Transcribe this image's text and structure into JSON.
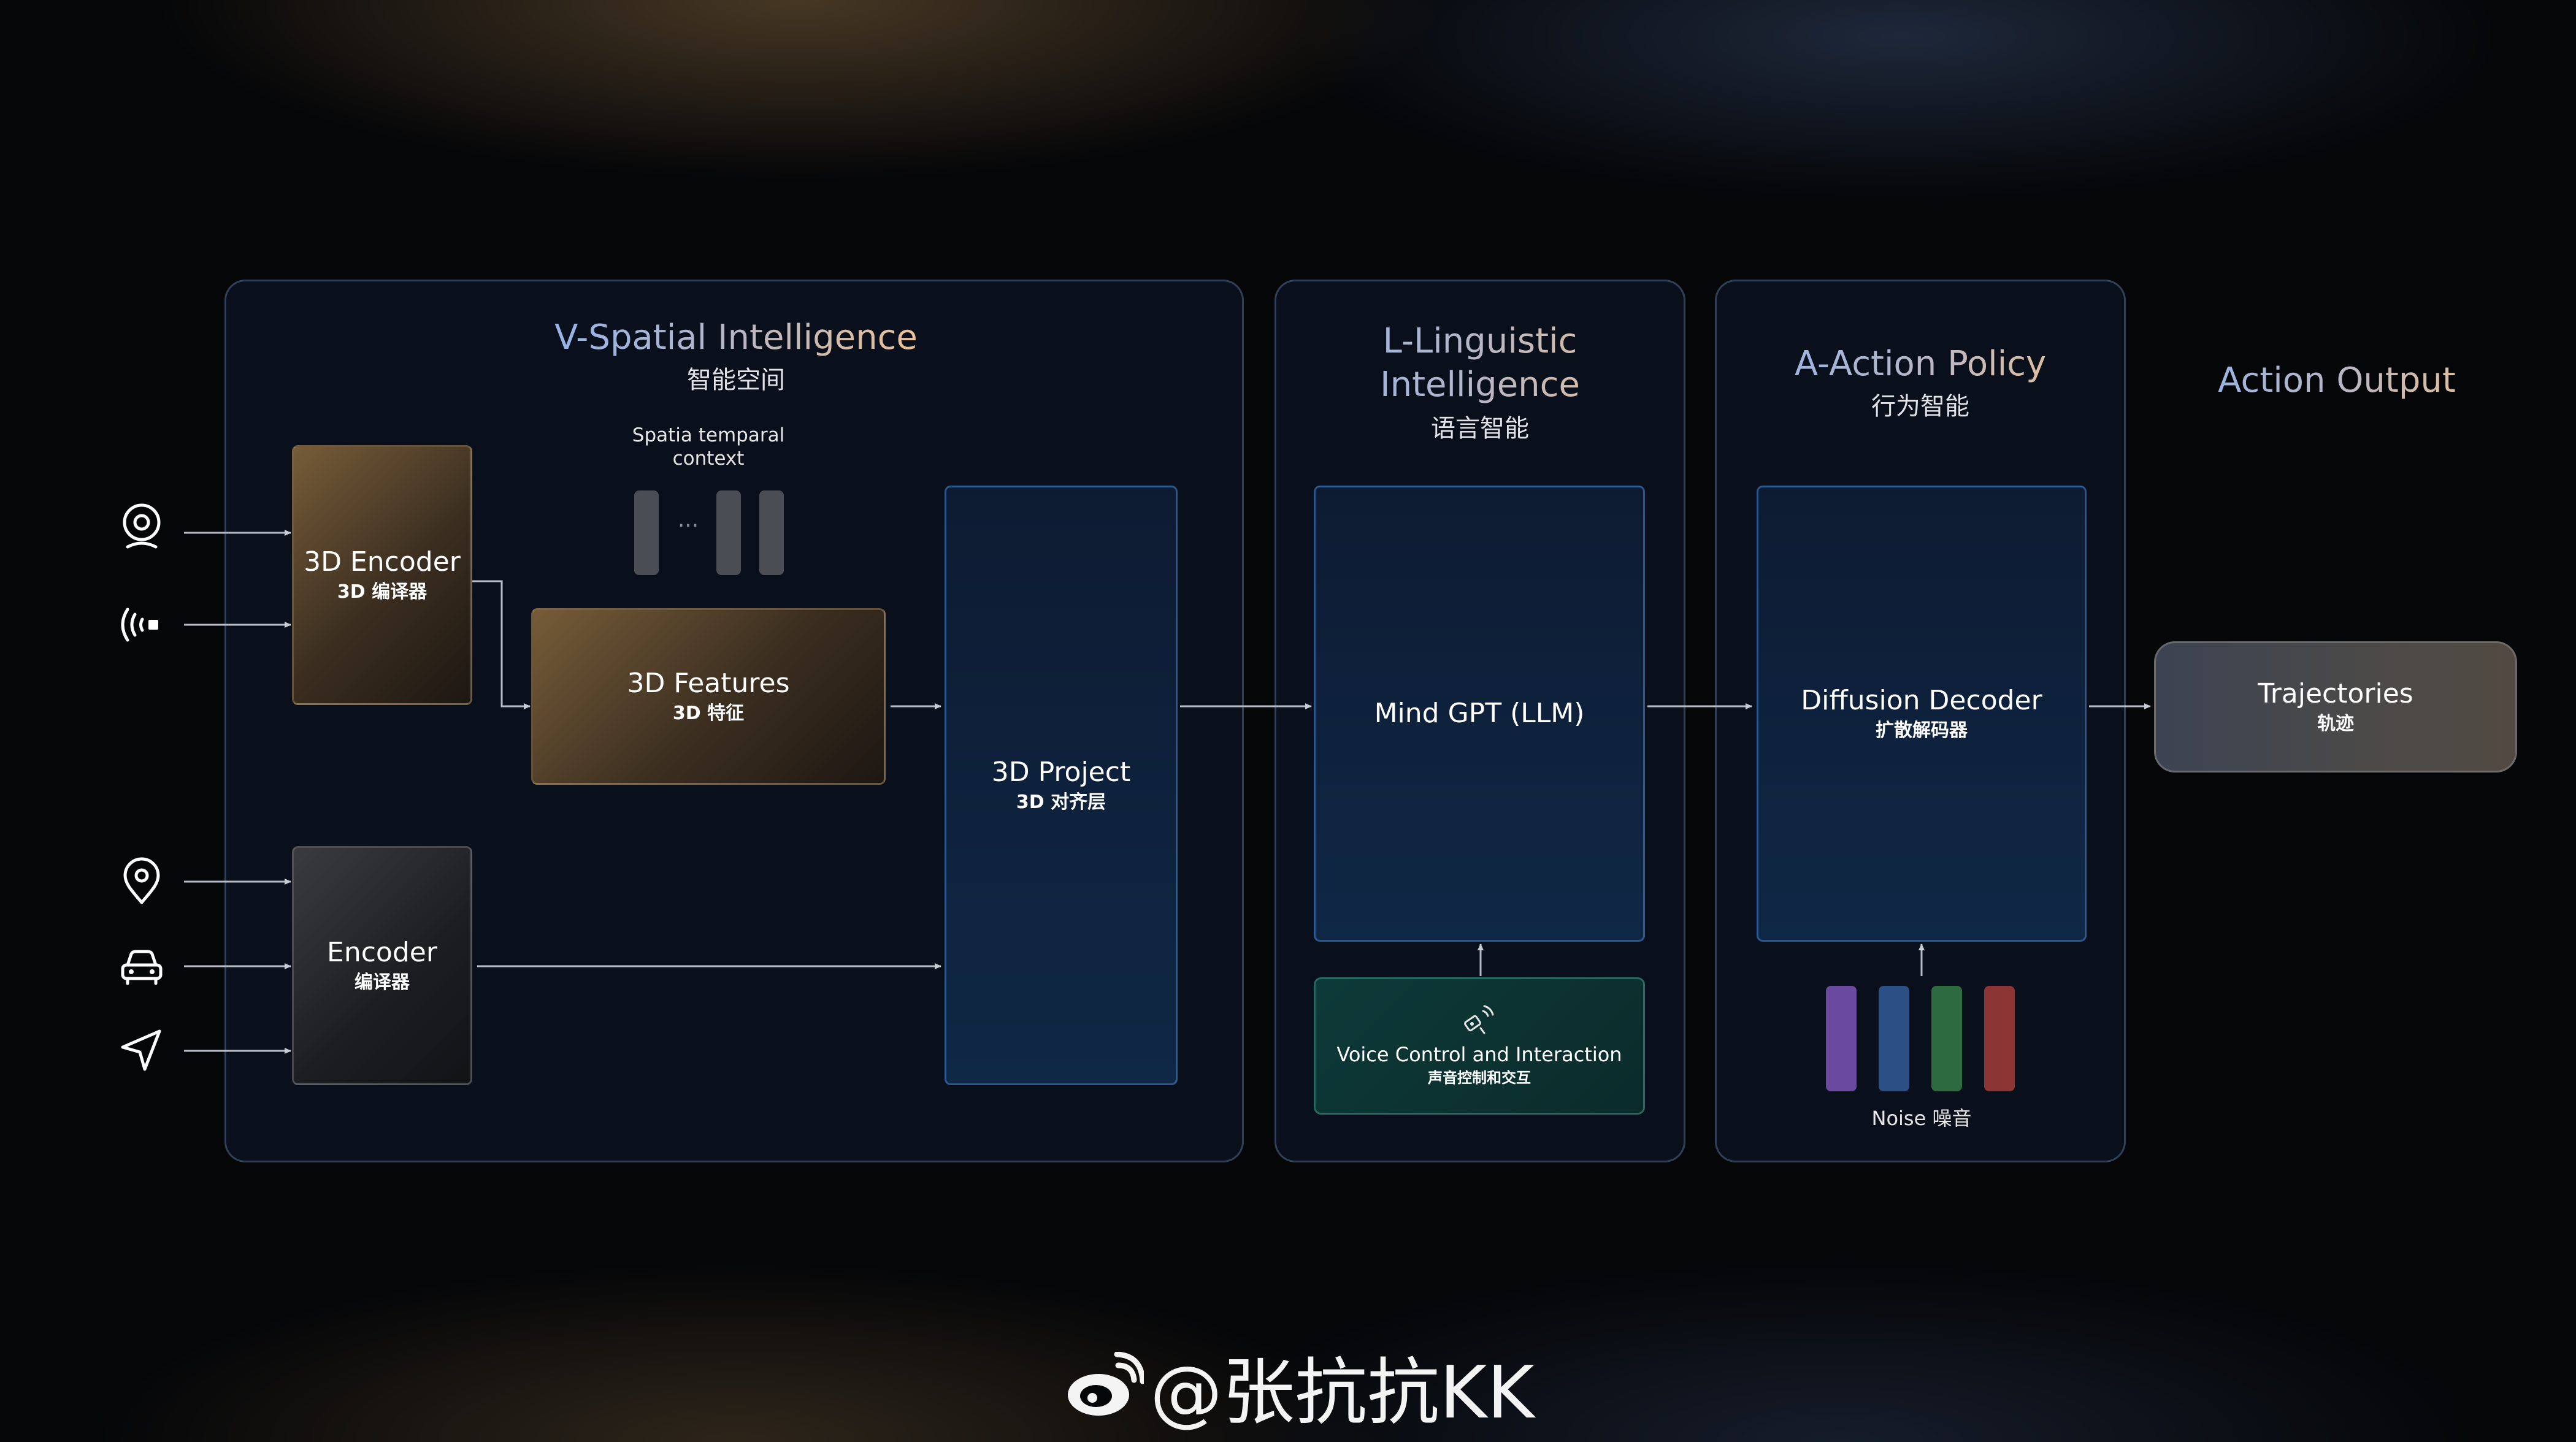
{
  "panels": {
    "spatial": {
      "title": "V-Spatial Intelligence",
      "subtitle": "智能空间"
    },
    "linguistic": {
      "title_line1": "L-Linguistic",
      "title_line2": "Intelligence",
      "subtitle": "语言智能"
    },
    "action": {
      "title": "A-Action Policy",
      "subtitle": "行为智能"
    },
    "output": {
      "title": "Action Output"
    }
  },
  "nodes": {
    "encoder_3d": {
      "title": "3D Encoder",
      "subtitle": "3D 编译器"
    },
    "context": {
      "line1": "Spatia temparal",
      "line2": "context",
      "ellipsis": "···"
    },
    "features_3d": {
      "title": "3D Features",
      "subtitle": "3D 特征"
    },
    "encoder": {
      "title": "Encoder",
      "subtitle": "编译器"
    },
    "project_3d": {
      "title": "3D Project",
      "subtitle": "3D 对齐层"
    },
    "mind_gpt": {
      "title": "Mind GPT (LLM)"
    },
    "voice": {
      "title": "Voice Control and Interaction",
      "subtitle": "声音控制和交互"
    },
    "diffusion": {
      "title": "Diffusion Decoder",
      "subtitle": "扩散解码器"
    },
    "noise": {
      "label": "Noise 噪音"
    },
    "trajectories": {
      "title": "Trajectories",
      "subtitle": "轨迹"
    }
  },
  "inputs": [
    "camera-icon",
    "radar-icon",
    "location-pin-icon",
    "car-icon",
    "navigation-arrow-icon"
  ],
  "noise_colors": [
    "#6a4a9e",
    "#2c4f86",
    "#2d6a40",
    "#8a3434"
  ],
  "context_bar_color": "#4a4d53",
  "watermark": {
    "text": "@张抗抗KK",
    "logo": "weibo-logo-icon"
  }
}
